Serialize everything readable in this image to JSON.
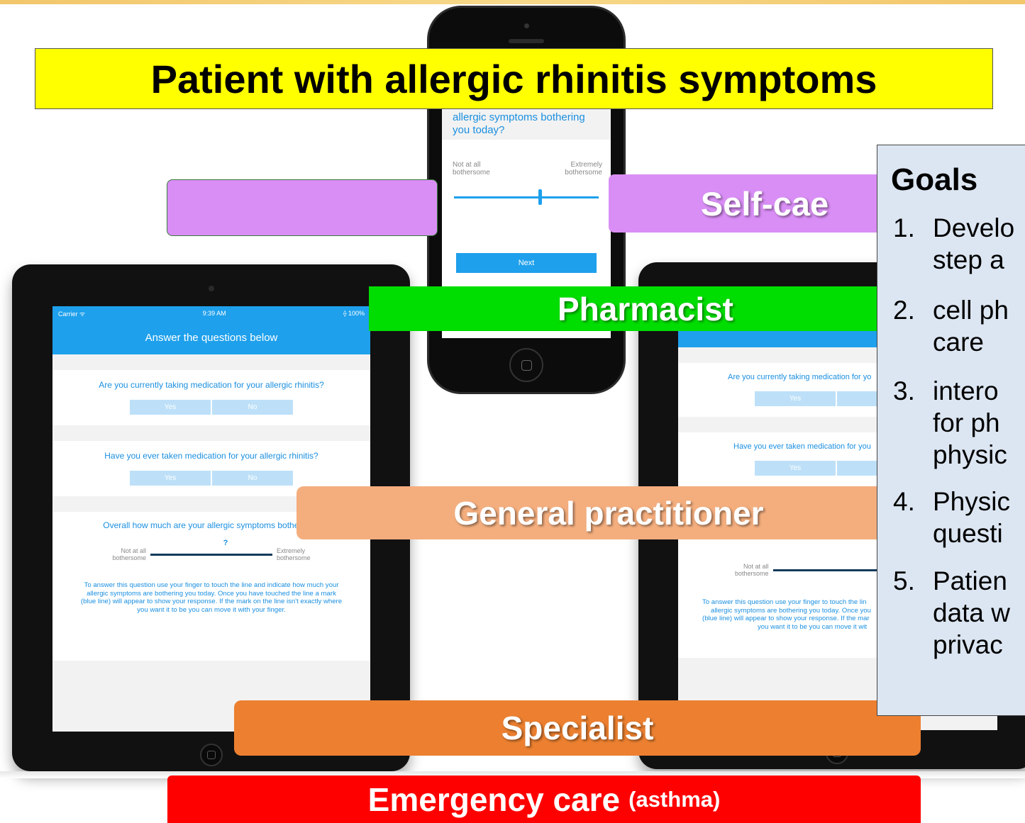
{
  "title": "Patient with allergic rhinitis symptoms",
  "bands": {
    "self_care": "Self-cae",
    "pharmacist": "Pharmacist",
    "gp": "General practitioner",
    "specialist": "Specialist",
    "emergency": "Emergency care",
    "emergency_note": "(asthma)"
  },
  "colors": {
    "title_bg": "#ffff00",
    "self_care": "#d98ef5",
    "pharmacist": "#00dd00",
    "gp": "#f4ae7e",
    "specialist": "#ec8030",
    "emergency": "#ff0000",
    "goals_bg": "#dce6f2",
    "app_blue": "#1ea0ec"
  },
  "goals": {
    "heading": "Goals",
    "items": [
      {
        "num": "1.",
        "line1": "Develo",
        "line2": "step a"
      },
      {
        "num": "2.",
        "line1": "cell ph",
        "line2": "care"
      },
      {
        "num": "3.",
        "line1": "intero",
        "line2": "for ph",
        "line3": "physic"
      },
      {
        "num": "4.",
        "line1": "Physic",
        "line2": "questi"
      },
      {
        "num": "5.",
        "line1": "Patien",
        "line2": "data w",
        "line3": "privac"
      }
    ]
  },
  "phone": {
    "question_line1": "allergic symptoms bothering",
    "question_line2": "you today?",
    "left_label_1": "Not at all",
    "left_label_2": "bothersome",
    "right_label_1": "Extremely",
    "right_label_2": "bothersome",
    "next_label": "Next"
  },
  "tablet_left": {
    "carrier": "Carrier ᯤ",
    "time": "9:39 AM",
    "battery": "⟠ 100%",
    "header": "Answer the questions below",
    "q1": "Are you currently taking medication for your allergic rhinitis?",
    "q2": "Have you ever taken medication for your allergic rhinitis?",
    "q3": "Overall how much are your allergic symptoms bothering y",
    "yes": "Yes",
    "no": "No",
    "question_mark": "?",
    "left_label_1": "Not at all",
    "left_label_2": "bothersome",
    "right_label_1": "Extremely",
    "right_label_2": "bothersome",
    "help_1": "To answer this question use your finger to touch the line and indicate how much your",
    "help_2": "allergic symptoms are bothering you today. Once you have touched the line a mark",
    "help_3": "(blue line) will appear to show your response. If the mark on the line isn't exactly where",
    "help_4": "you want it to be you can move it with your finger."
  },
  "tablet_right": {
    "q1": "Are you currently taking medication for yo",
    "q2": "Have you ever taken medication for you",
    "yes": "Yes",
    "left_label_1": "Not at all",
    "left_label_2": "bothersome",
    "help_1": "To answer this question use your finger to touch the lin",
    "help_2": "allergic symptoms are bothering you today. Once you",
    "help_3": "(blue line) will appear to show your response. If the mar",
    "help_4": "you want it to be you can move it wit"
  }
}
